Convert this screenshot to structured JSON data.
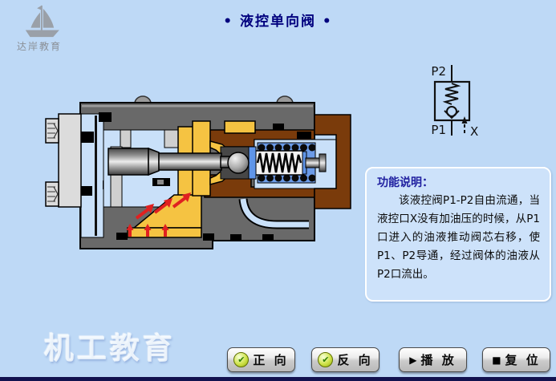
{
  "app": {
    "title": "• 液控单向阀 •"
  },
  "logo": {
    "brand": "达岸教育",
    "icon": "sailboat-icon"
  },
  "schematic": {
    "p2": "P2",
    "p1": "P1",
    "x": "X",
    "description": "pilot-operated-check-valve-symbol"
  },
  "panel": {
    "title": "功能说明：",
    "body": "该液控阀P1-P2自由流通，当液控口X没有加油压的时候，从P1口进入的油液推动阀芯右移，使P1、P2导通，经过阀体的油液从P2口流出。"
  },
  "watermark": "机工教育",
  "buttons": [
    {
      "id": "forward",
      "label": "正 向",
      "icon": "check-icon",
      "glyph": "✔"
    },
    {
      "id": "reverse",
      "label": "反 向",
      "icon": "check-icon",
      "glyph": "✔"
    },
    {
      "id": "play",
      "label": "播 放",
      "icon": "play-icon",
      "glyph": "▶"
    },
    {
      "id": "reset",
      "label": "复 位",
      "icon": "stop-icon",
      "glyph": "■"
    }
  ],
  "colors": {
    "background": "#BED9F6",
    "title_text": "#00007E",
    "panel_fill": "#CDE2FA",
    "panel_border": "#FFFFFF",
    "panel_title_text": "#2020A0",
    "oil_yellow": "#F5C342",
    "arrow_red": "#E02020",
    "body_gray": "#696969",
    "cap_brown": "#7A3B0B",
    "spring_chamber_blue": "#6B9BE8",
    "passage_light_blue": "#C9E0F9",
    "watermark_text": "#F8FCFF"
  }
}
